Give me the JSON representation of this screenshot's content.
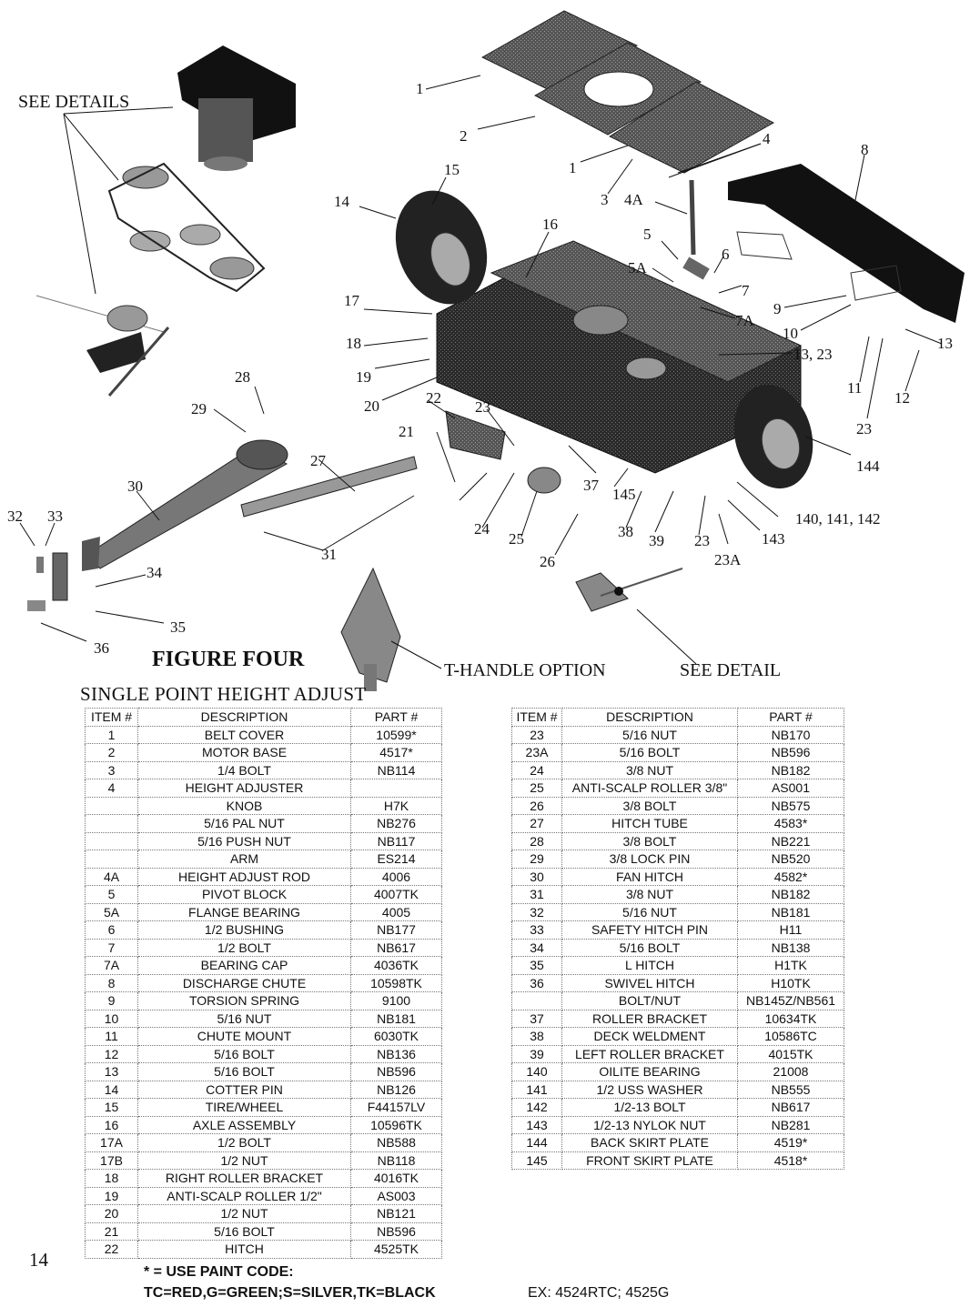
{
  "diagram": {
    "see_details": "SEE DETAILS",
    "figure_title": "FIGURE FOUR",
    "subtitle": "SINGLE POINT HEIGHT ADJUST",
    "t_handle": "T-HANDLE OPTION",
    "see_detail": "SEE DETAIL",
    "callouts": [
      "1",
      "2",
      "1",
      "3",
      "4A",
      "4",
      "8",
      "15",
      "14",
      "16",
      "5",
      "5A",
      "6",
      "7",
      "7A",
      "9",
      "10",
      "13",
      "13, 23",
      "11",
      "12",
      "23",
      "144",
      "17",
      "18",
      "19",
      "20",
      "22",
      "23",
      "21",
      "28",
      "29",
      "27",
      "37",
      "145",
      "30",
      "32",
      "33",
      "31",
      "24",
      "25",
      "26",
      "38",
      "39",
      "23",
      "23A",
      "143",
      "140, 141, 142",
      "34",
      "35",
      "36"
    ]
  },
  "table_left": {
    "headers": [
      "ITEM #",
      "DESCRIPTION",
      "PART #"
    ],
    "rows": [
      [
        "1",
        "BELT COVER",
        "10599*"
      ],
      [
        "2",
        "MOTOR BASE",
        "4517*"
      ],
      [
        "3",
        "1/4 BOLT",
        "NB114"
      ],
      [
        "4",
        "HEIGHT ADJUSTER",
        ""
      ],
      [
        "",
        "KNOB",
        "H7K"
      ],
      [
        "",
        "5/16 PAL NUT",
        "NB276"
      ],
      [
        "",
        "5/16 PUSH NUT",
        "NB117"
      ],
      [
        "",
        "ARM",
        "ES214"
      ],
      [
        "4A",
        "HEIGHT ADJUST ROD",
        "4006"
      ],
      [
        "5",
        "PIVOT BLOCK",
        "4007TK"
      ],
      [
        "5A",
        "FLANGE BEARING",
        "4005"
      ],
      [
        "6",
        "1/2 BUSHING",
        "NB177"
      ],
      [
        "7",
        "1/2 BOLT",
        "NB617"
      ],
      [
        "7A",
        "BEARING CAP",
        "4036TK"
      ],
      [
        "8",
        "DISCHARGE CHUTE",
        "10598TK"
      ],
      [
        "9",
        "TORSION SPRING",
        "9100"
      ],
      [
        "10",
        "5/16 NUT",
        "NB181"
      ],
      [
        "11",
        "CHUTE MOUNT",
        "6030TK"
      ],
      [
        "12",
        "5/16 BOLT",
        "NB136"
      ],
      [
        "13",
        "5/16 BOLT",
        "NB596"
      ],
      [
        "14",
        "COTTER PIN",
        "NB126"
      ],
      [
        "15",
        "TIRE/WHEEL",
        "F44157LV"
      ],
      [
        "16",
        "AXLE ASSEMBLY",
        "10596TK"
      ],
      [
        "17A",
        "1/2 BOLT",
        "NB588"
      ],
      [
        "17B",
        "1/2 NUT",
        "NB118"
      ],
      [
        "18",
        "RIGHT ROLLER BRACKET",
        "4016TK"
      ],
      [
        "19",
        "ANTI-SCALP ROLLER 1/2\"",
        "AS003"
      ],
      [
        "20",
        "1/2 NUT",
        "NB121"
      ],
      [
        "21",
        "5/16 BOLT",
        "NB596"
      ],
      [
        "22",
        "HITCH",
        "4525TK"
      ]
    ]
  },
  "table_right": {
    "headers": [
      "ITEM #",
      "DESCRIPTION",
      "PART #"
    ],
    "rows": [
      [
        "23",
        "5/16 NUT",
        "NB170"
      ],
      [
        "23A",
        "5/16 BOLT",
        "NB596"
      ],
      [
        "24",
        "3/8 NUT",
        "NB182"
      ],
      [
        "25",
        "ANTI-SCALP ROLLER 3/8\"",
        "AS001"
      ],
      [
        "26",
        "3/8 BOLT",
        "NB575"
      ],
      [
        "27",
        "HITCH TUBE",
        "4583*"
      ],
      [
        "28",
        "3/8 BOLT",
        "NB221"
      ],
      [
        "29",
        "3/8 LOCK PIN",
        "NB520"
      ],
      [
        "30",
        "FAN HITCH",
        "4582*"
      ],
      [
        "31",
        "3/8 NUT",
        "NB182"
      ],
      [
        "32",
        "5/16 NUT",
        "NB181"
      ],
      [
        "33",
        "SAFETY HITCH PIN",
        "H11"
      ],
      [
        "34",
        "5/16 BOLT",
        "NB138"
      ],
      [
        "35",
        "L HITCH",
        "H1TK"
      ],
      [
        "36",
        "SWIVEL HITCH",
        "H10TK"
      ],
      [
        "",
        "BOLT/NUT",
        "NB145Z/NB561"
      ],
      [
        "37",
        "ROLLER BRACKET",
        "10634TK"
      ],
      [
        "38",
        "DECK WELDMENT",
        "10586TC"
      ],
      [
        "39",
        "LEFT ROLLER BRACKET",
        "4015TK"
      ],
      [
        "140",
        "OILITE BEARING",
        "21008"
      ],
      [
        "141",
        "1/2 USS WASHER",
        "NB555"
      ],
      [
        "142",
        "1/2-13 BOLT",
        "NB617"
      ],
      [
        "143",
        "1/2-13 NYLOK NUT",
        "NB281"
      ],
      [
        "144",
        "BACK SKIRT PLATE",
        "4519*"
      ],
      [
        "145",
        "FRONT SKIRT PLATE",
        "4518*"
      ]
    ]
  },
  "footer": {
    "page_number": "14",
    "paint_code_title": "* = USE PAINT CODE:",
    "paint_codes": "TC=RED,G=GREEN;S=SILVER,TK=BLACK",
    "example": "EX: 4524RTC; 4525G"
  }
}
